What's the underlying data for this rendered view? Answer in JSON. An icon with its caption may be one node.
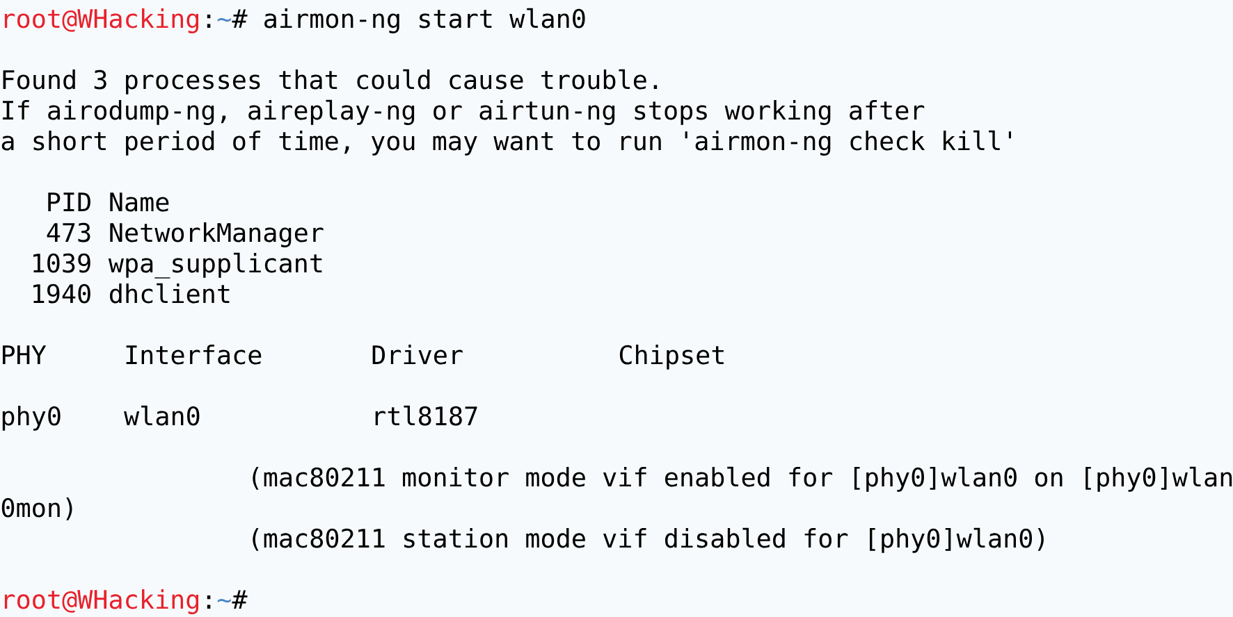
{
  "diagram": {
    "labels": [
      "root@WHacking",
      ":",
      "~",
      "# airmon-ng start wlan0",
      "Found 3 processes that could cause trouble.",
      "If airodump-ng, aireplay-ng or airtun-ng stops working after",
      "a short period of time, you may want to run 'airmon-ng check kill'",
      "PID",
      "Name",
      "473",
      "NetworkManager",
      "1039",
      "wpa_supplicant",
      "1940",
      "dhclient",
      "PHY",
      "Interface",
      "Driver",
      "Chipset",
      "phy0",
      "wlan0",
      "rtl8187",
      "(mac80211 monitor mode vif enabled for [phy0]wlan0 on [phy0]wlan",
      "0mon)",
      "(mac80211 station mode vif disabled for [phy0]wlan0)",
      "root@WHacking",
      ":",
      "~",
      "#"
    ]
  }
}
